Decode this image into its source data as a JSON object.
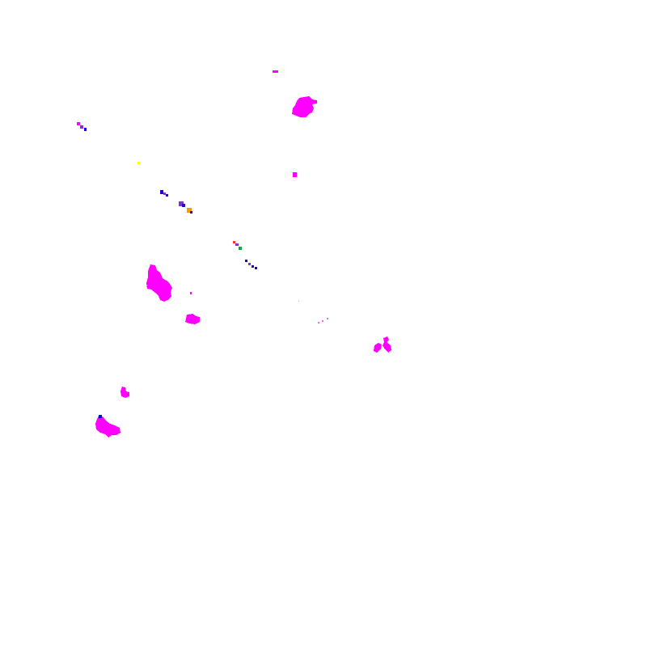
{
  "background_color": "#ffffff",
  "palette": {
    "magenta": "#ff00ff",
    "blue": "#2200cc",
    "violet": "#8a2be2",
    "yellow": "#ffff00",
    "orange": "#ff9900",
    "green": "#00aa44",
    "red": "#ff3333",
    "pink": "#ff66cc"
  },
  "regions": [
    {
      "id": "region-top-small",
      "color": "magenta"
    },
    {
      "id": "region-top-right-cluster",
      "color": "magenta"
    },
    {
      "id": "region-left-speck",
      "color": "magenta"
    },
    {
      "id": "region-yellow-dot",
      "color": "yellow"
    },
    {
      "id": "region-center-small",
      "color": "magenta"
    },
    {
      "id": "region-diagonal-band-1",
      "color": "blue"
    },
    {
      "id": "region-diagonal-band-2",
      "color": "violet"
    },
    {
      "id": "region-diagonal-band-3",
      "color": "orange"
    },
    {
      "id": "region-diagonal-band-4",
      "color": "green"
    },
    {
      "id": "region-diagonal-band-5",
      "color": "blue"
    },
    {
      "id": "region-large-left",
      "color": "magenta"
    },
    {
      "id": "region-mid-left",
      "color": "magenta"
    },
    {
      "id": "region-right-cluster",
      "color": "magenta"
    },
    {
      "id": "region-lower-left-small",
      "color": "magenta"
    },
    {
      "id": "region-lower-left-large",
      "color": "magenta"
    }
  ]
}
